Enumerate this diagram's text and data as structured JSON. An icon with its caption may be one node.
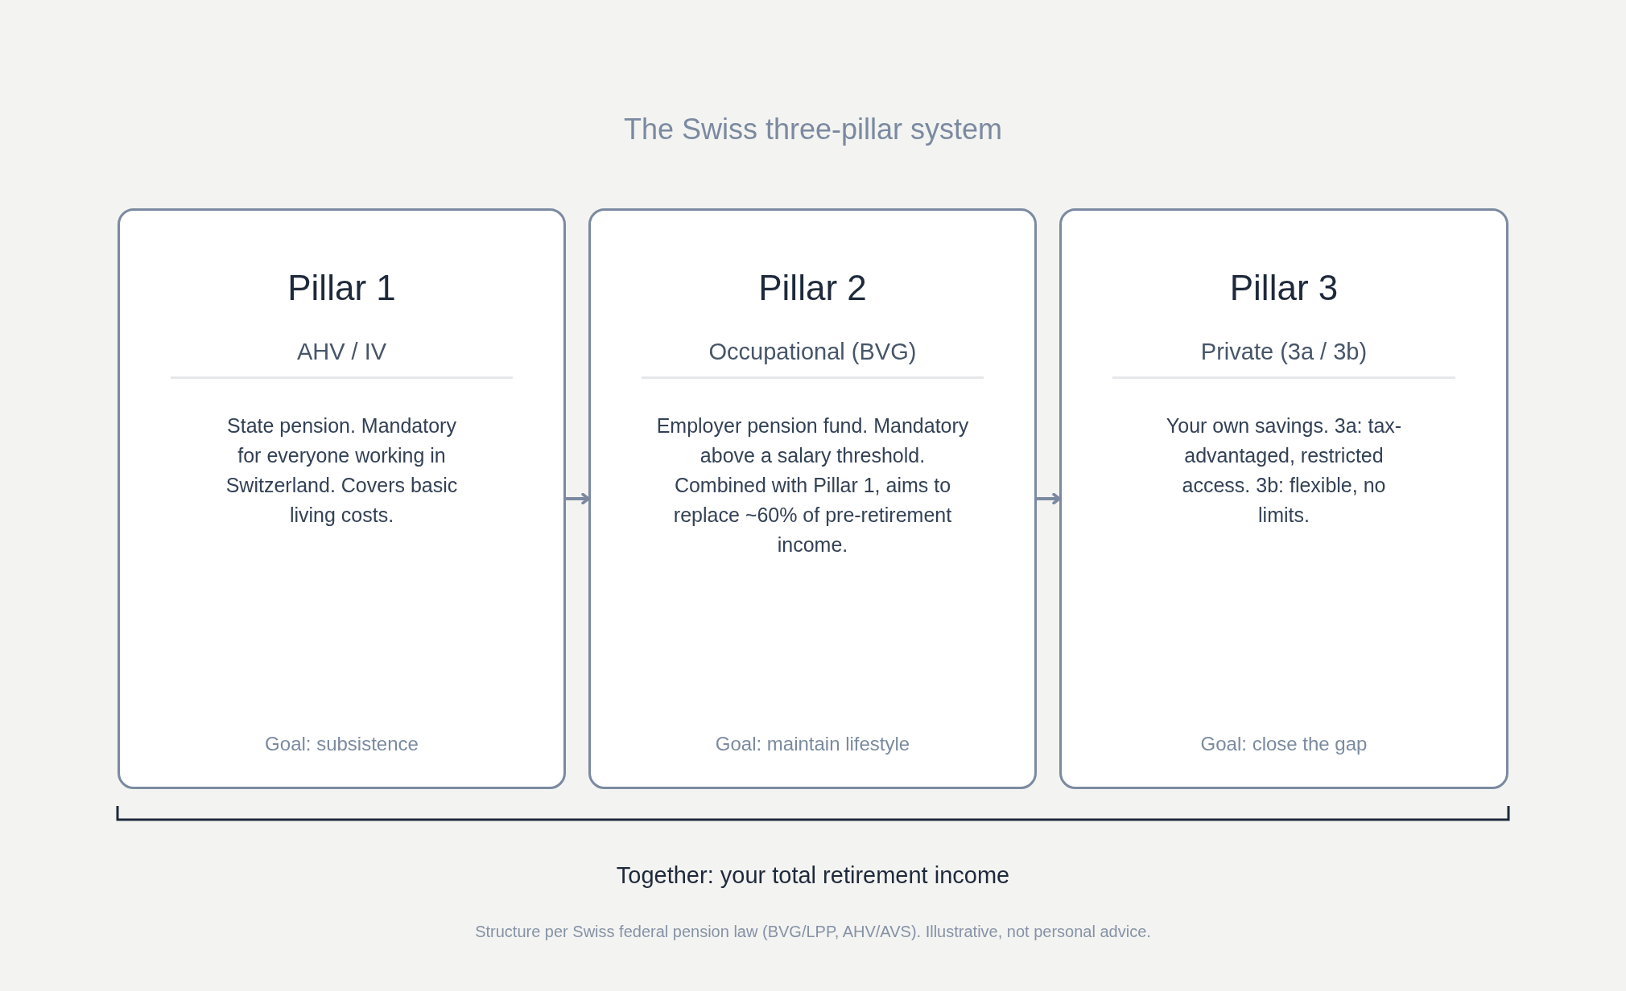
{
  "diagram": {
    "title": "The Swiss three-pillar system",
    "nodes": [
      {
        "text": [
          "Pillar 1",
          "AHV / IV",
          "State pension. Mandatory for everyone working in Switzerland. Covers basic living costs.",
          "Goal: subsistence"
        ]
      },
      {
        "text": [
          "Pillar 2",
          "Occupational (BVG)",
          "Employer pension fund. Mandatory above a salary threshold. Combined with Pillar 1, aims to replace ~60% of pre-retirement income.",
          "Goal: maintain lifestyle"
        ]
      },
      {
        "text": [
          "Pillar 3",
          "Private (3a / 3b)",
          "Your own savings. 3a: tax-advantaged, restricted access. 3b: flexible, no limits.",
          "Goal: close the gap"
        ]
      }
    ],
    "edges": [
      {
        "from": 0,
        "to": 1,
        "arrow": "to"
      },
      {
        "from": 1,
        "to": 2,
        "arrow": "to"
      }
    ],
    "labels": [
      "Together: your total retirement income"
    ],
    "caption": "Structure per Swiss federal pension law (BVG/LPP, AHV/AVS). Illustrative, not personal advice."
  }
}
